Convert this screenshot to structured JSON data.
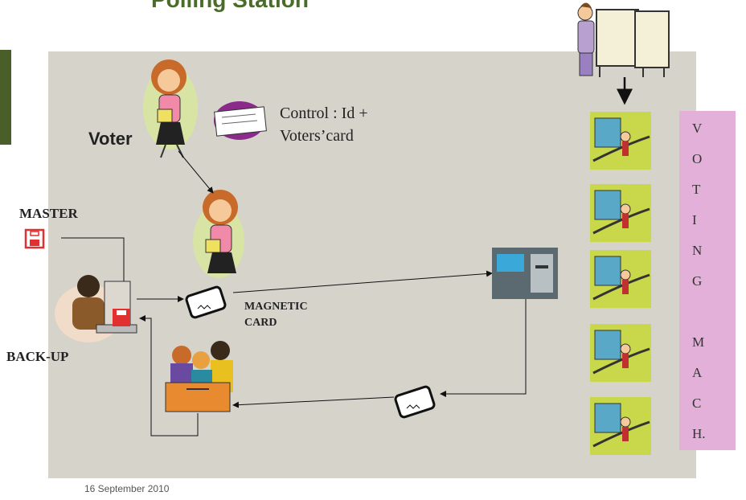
{
  "slide": {
    "title": "Polling Station",
    "date": "16 September 2010"
  },
  "labels": {
    "voter": "Voter",
    "control_line1": "Control : Id +",
    "control_line2": "Voters’card",
    "master": "MASTER",
    "backup": "BACK-UP",
    "magnetic_line1": "MAGNETIC",
    "magnetic_line2": "CARD"
  },
  "voting_machines": [
    "V",
    "O",
    "T",
    "I",
    "N",
    "G",
    "",
    "M",
    "A",
    "C",
    "H."
  ],
  "colors": {
    "title": "#4a6b2a",
    "background_panel": "#d6d3cb",
    "side_bar": "#4a5e2a",
    "voting_panel": "#e2b0d8",
    "floppy_icon": "#e03030"
  },
  "icons": [
    "voter-figure-icon",
    "voter-card-icon",
    "floppy-disk-icon",
    "computer-operator-icon",
    "magnetic-card-icon",
    "card-reader-photo-icon",
    "ballot-box-people-icon",
    "voting-booth-icon",
    "voting-machine-icon"
  ]
}
